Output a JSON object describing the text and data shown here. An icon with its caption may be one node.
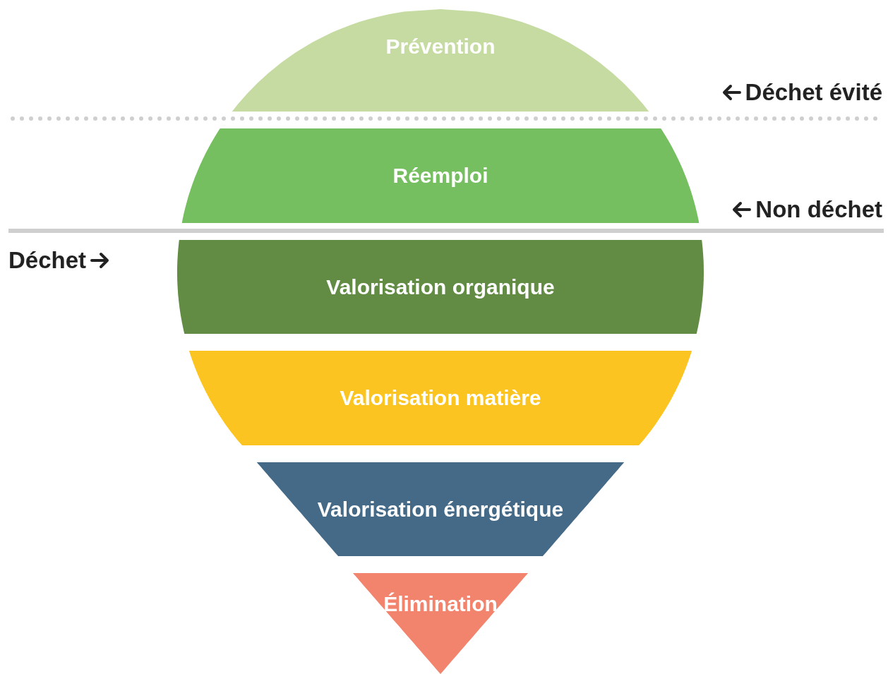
{
  "diagram": {
    "nodes": [
      {
        "text": [
          "Prévention"
        ]
      },
      {
        "text": [
          "Réemploi"
        ]
      },
      {
        "text": [
          "Valorisation organique"
        ]
      },
      {
        "text": [
          "Valorisation matière"
        ]
      },
      {
        "text": [
          "Valorisation énergétique"
        ]
      },
      {
        "text": [
          "Élimination"
        ]
      }
    ],
    "labels": [
      "Déchet évité",
      "Non déchet",
      "Déchet"
    ]
  }
}
